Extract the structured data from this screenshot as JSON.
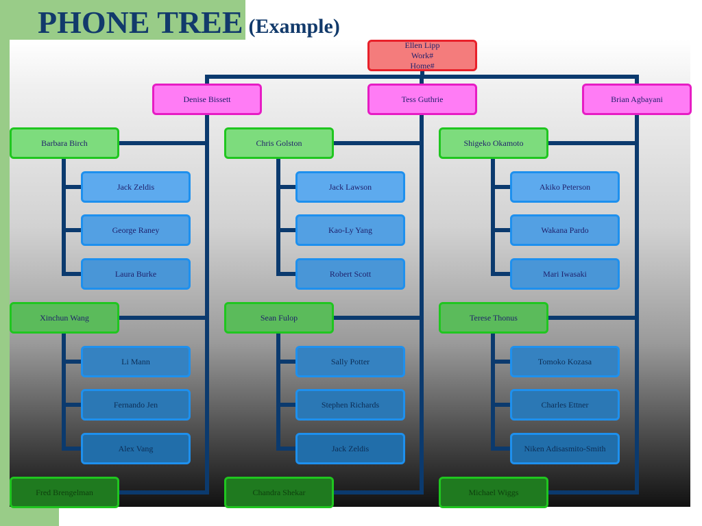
{
  "title": {
    "main": "PHONE TREE",
    "sub": "(Example)"
  },
  "colors": {
    "root_fill": "#f47c7c",
    "root_border": "#e8202a",
    "manager_fill": "#ff7cf5",
    "manager_border": "#e61cc4",
    "lead_border": "#1fc61f",
    "member_border": "#1e90ee",
    "connector": "#0b3a6e",
    "title_text": "#123a6b"
  },
  "root": {
    "name": "Ellen Lipp",
    "work": "Work#",
    "home": "Home#"
  },
  "managers": [
    {
      "name": "Denise Bissett",
      "teams": [
        {
          "lead": "Barbara Birch",
          "members": [
            "Jack Zeldis",
            "George Raney",
            "Laura Burke"
          ]
        },
        {
          "lead": "Xinchun Wang",
          "members": [
            "Li Mann",
            "Fernando Jen",
            "Alex Vang"
          ]
        }
      ],
      "last_lead": "Fred Brengelman"
    },
    {
      "name": "Tess Guthrie",
      "teams": [
        {
          "lead": "Chris Golston",
          "members": [
            "Jack Lawson",
            "Kao-Ly Yang",
            "Robert Scott"
          ]
        },
        {
          "lead": "Sean Fulop",
          "members": [
            "Sally Potter",
            "Stephen Richards",
            "Jack Zeldis"
          ]
        }
      ],
      "last_lead": "Chandra Shekar"
    },
    {
      "name": "Brian Agbayani",
      "teams": [
        {
          "lead": "Shigeko Okamoto",
          "members": [
            "Akiko Peterson",
            "Wakana Pardo",
            "Mari Iwasaki"
          ]
        },
        {
          "lead": "Terese Thonus",
          "members": [
            "Tomoko Kozasa",
            "Charles Ettner",
            "Niken Adisasmito-Smith"
          ]
        }
      ],
      "last_lead": "Michael Wiggs"
    }
  ]
}
